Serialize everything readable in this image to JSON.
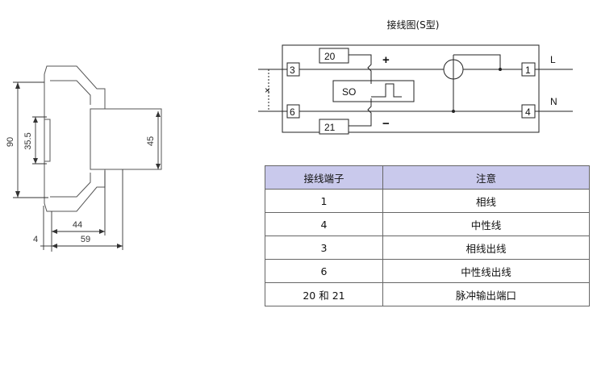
{
  "dimension_drawing": {
    "labels": {
      "height_total": "90",
      "height_rail": "35.5",
      "height_front": "45",
      "width_front": "44",
      "width_total": "59",
      "offset": "4"
    }
  },
  "wiring": {
    "title": "接线图(S型)",
    "terminals": {
      "t3": "3",
      "t6": "6",
      "t1": "1",
      "t4": "4",
      "t20": "20",
      "t21": "21"
    },
    "plus": "+",
    "minus": "−",
    "so": "SO",
    "line": "L",
    "neutral": "N"
  },
  "table": {
    "headers": [
      "接线端子",
      "注意"
    ],
    "rows": [
      [
        "1",
        "相线"
      ],
      [
        "4",
        "中性线"
      ],
      [
        "3",
        "相线出线"
      ],
      [
        "6",
        "中性线出线"
      ],
      [
        "20 和 21",
        "脉冲输出端口"
      ]
    ]
  }
}
